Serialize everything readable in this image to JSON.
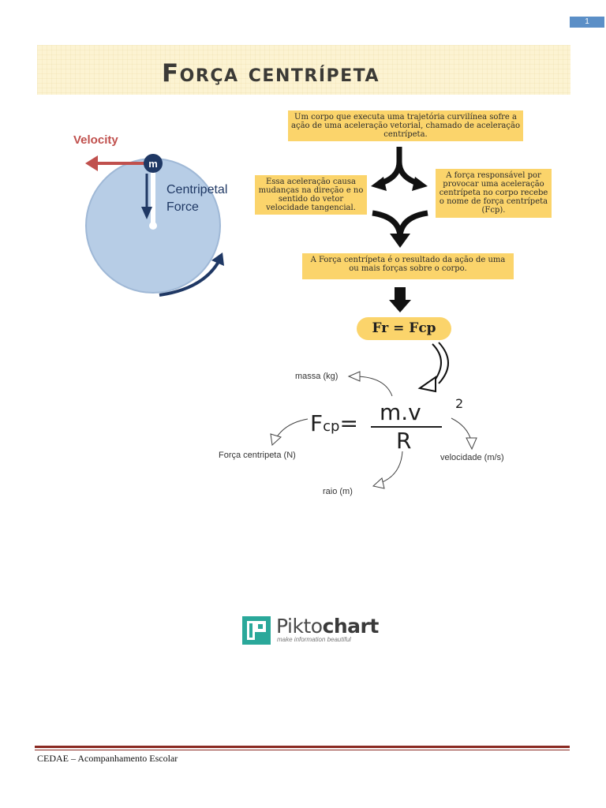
{
  "page": {
    "number": "1"
  },
  "title": "Força centrípeta",
  "diagram": {
    "velocity_label": "Velocity",
    "mass_label": "m",
    "force_label_line1": "Centripetal",
    "force_label_line2": "Force"
  },
  "notes": {
    "top": "Um corpo que executa uma trajetória curvilínea sofre a ação de uma aceleração vetorial, chamado de aceleração centrípeta.",
    "left": "Essa aceleração causa mudanças na direção e no sentido do vetor velocidade tangencial.",
    "right": "A força responsável por provocar uma aceleração centrípeta no corpo recebe o nome de força centrípeta (Fcp).",
    "bottom": "A Força centrípeta é o resultado da ação de uma ou mais forças sobre o corpo."
  },
  "equation_pill": "Fr = Fcp",
  "formula": {
    "lhs": "F",
    "lhs_sub": "cp",
    "equals": "=",
    "numerator": "m.v",
    "exponent": "2",
    "denominator": "R",
    "labels": {
      "mass": "massa (kg)",
      "force": "Força centripeta (N)",
      "velocity": "velocidade (m/s)",
      "radius": "raio (m)"
    }
  },
  "logo": {
    "word_light": "Pikto",
    "word_bold": "chart",
    "tagline": "make information beautiful"
  },
  "footer": "CEDAE – Acompanhamento Escolar",
  "colors": {
    "note_yellow": "#fbd46b",
    "circle_fill": "#b7cde6",
    "circle_stroke": "#9fb8d6",
    "velocity_red": "#c0504d",
    "dark_blue": "#1f3864",
    "footer_red": "#8a2a22",
    "logo_teal": "#2aa89a"
  }
}
